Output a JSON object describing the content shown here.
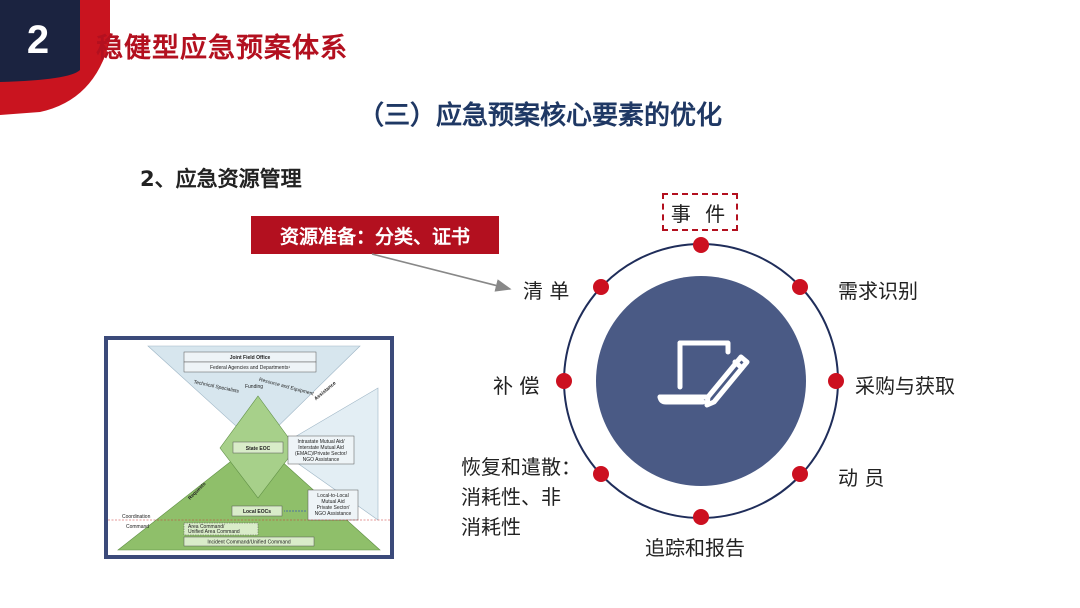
{
  "slide": {
    "number": "2",
    "title": "稳健型应急预案体系",
    "subtitle": "（三）应急预案核心要素的优化",
    "section": "2、应急资源管理",
    "tag": "资源准备：分类、证书"
  },
  "cycle": {
    "top": "事 件",
    "nodes": {
      "demand": "需求识别",
      "procure": "采购与获取",
      "mobilize": "动 员",
      "track": "追踪和报告",
      "recover_lines": [
        "恢复和遣散：",
        "消耗性、非",
        "消耗性"
      ],
      "compensate": "补 偿",
      "inventory": "清 单"
    },
    "center_icon": "laptop-pen-icon"
  },
  "figure": {
    "joint_field_office": "Joint Field Office",
    "federal": "Federal Agencies and Departments¹",
    "technical": "Technical Specialists",
    "funding": "Funding",
    "resource": "Resource and Equipment",
    "assistance": "Assistance",
    "state_eoc": "State EOC",
    "intrastate": [
      "Intrastate Mutual Aid/",
      "Interstate Mutual Aid",
      "(EMAC)/Private Sector/",
      "NGO Assistance"
    ],
    "local_to_local": [
      "Local-to-Local",
      "Mutual Aid",
      "Private Sector/",
      "NGO Assistance"
    ],
    "local_eocs": "Local EOCs",
    "requests": "Requests",
    "coordination": "Coordination",
    "command": "Command",
    "area_command": [
      "Area Command/",
      "Unified Area Command"
    ],
    "incident_command": "Incident Command/Unified Command"
  },
  "colors": {
    "accent_red": "#b3101f",
    "navy": "#1f3864",
    "circle_fill": "#4a5a85",
    "ring": "#1f2d5a",
    "figure_green": "#8fbf6a",
    "figure_blue": "#d7e6ee"
  }
}
